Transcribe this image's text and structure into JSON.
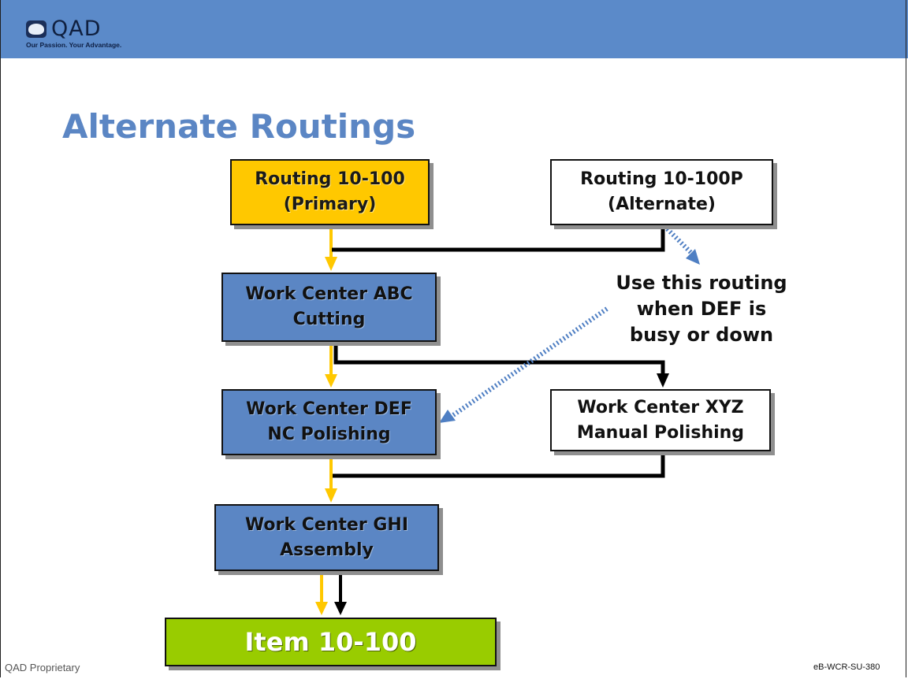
{
  "header": {
    "logo_name": "QAD",
    "tagline": "Our Passion. Your Advantage.",
    "band_color": "#5b8ac9"
  },
  "slide": {
    "title": "Alternate Routings"
  },
  "nodes": {
    "routing_primary": {
      "line1": "Routing 10-100",
      "line2": "(Primary)",
      "color": "#ffc800"
    },
    "routing_alternate": {
      "line1": "Routing 10-100P",
      "line2": "(Alternate)",
      "color": "#ffffff"
    },
    "wc_abc": {
      "line1": "Work Center ABC",
      "line2": "Cutting",
      "color": "#5b86c4"
    },
    "wc_def": {
      "line1": "Work Center DEF",
      "line2": "NC Polishing",
      "color": "#5b86c4"
    },
    "wc_xyz": {
      "line1": "Work Center XYZ",
      "line2": "Manual Polishing",
      "color": "#ffffff"
    },
    "wc_ghi": {
      "line1": "Work Center GHI",
      "line2": "Assembly",
      "color": "#5b86c4"
    },
    "item": {
      "label": "Item 10-100",
      "color": "#99cc00"
    }
  },
  "edges": [
    {
      "from": "Routing 10-100",
      "to": "Work Center ABC",
      "style": "primary",
      "color": "#ffc800"
    },
    {
      "from": "Routing 10-100P",
      "to": "Work Center ABC",
      "style": "alternate",
      "color": "#000000"
    },
    {
      "from": "Work Center ABC",
      "to": "Work Center DEF",
      "style": "primary",
      "color": "#ffc800"
    },
    {
      "from": "Work Center ABC",
      "to": "Work Center XYZ",
      "style": "alternate",
      "color": "#000000"
    },
    {
      "from": "Work Center DEF",
      "to": "Work Center GHI",
      "style": "primary",
      "color": "#ffc800"
    },
    {
      "from": "Work Center XYZ",
      "to": "Work Center GHI",
      "style": "alternate",
      "color": "#000000"
    },
    {
      "from": "Work Center GHI",
      "to": "Item 10-100",
      "style": "primary",
      "color": "#ffc800"
    },
    {
      "from": "Work Center GHI",
      "to": "Item 10-100",
      "style": "alternate",
      "color": "#000000"
    }
  ],
  "annotation": {
    "lines": [
      "Use this routing",
      "when DEF is",
      "busy or down"
    ],
    "pointer_color": "#4f7fc3"
  },
  "footer": {
    "left": "QAD Proprietary",
    "right": "eB-WCR-SU-380"
  }
}
